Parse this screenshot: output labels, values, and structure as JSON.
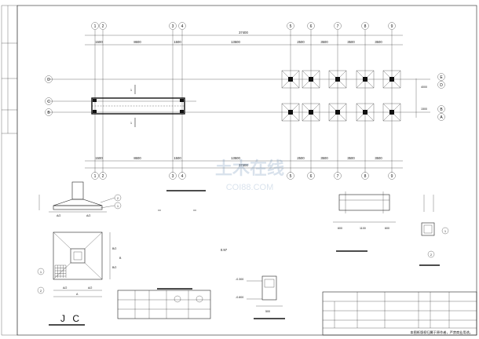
{
  "plan": {
    "top_axes": [
      "1",
      "2",
      "3",
      "4",
      "5",
      "6",
      "7",
      "8",
      "9"
    ],
    "left_axes": [
      "D",
      "C",
      "B"
    ],
    "right_axes": [
      "E",
      "D",
      "B",
      "A"
    ],
    "overall_dim": "37400",
    "top_dims": [
      "1500",
      "8600",
      "1500",
      "13500",
      "2500",
      "3500",
      "3500",
      "3500"
    ],
    "bottom_dims": [
      "1500",
      "8600",
      "1500",
      "13500",
      "2500",
      "3500",
      "3500",
      "3500"
    ],
    "right_dims": [
      "4000",
      "1500"
    ],
    "section_marks": [
      "1",
      "1"
    ]
  },
  "details": {
    "jc_label": "J C",
    "center_label": "0.97",
    "foundation_dims": [
      "A/2",
      "A/2",
      "A",
      "B/2",
      "B/2",
      "B"
    ],
    "beam_dims": [
      "600",
      "1100",
      "600"
    ],
    "col_dims": [
      "-0.300",
      "-0.800",
      "500"
    ],
    "callouts": [
      "2",
      "1",
      "1",
      "2",
      "1",
      "2"
    ]
  },
  "watermark": {
    "main": "土木在线",
    "sub": "COI88.COM"
  },
  "title_block": {
    "note": "本图纸版权归属于原作者，严禁商业用途。"
  }
}
